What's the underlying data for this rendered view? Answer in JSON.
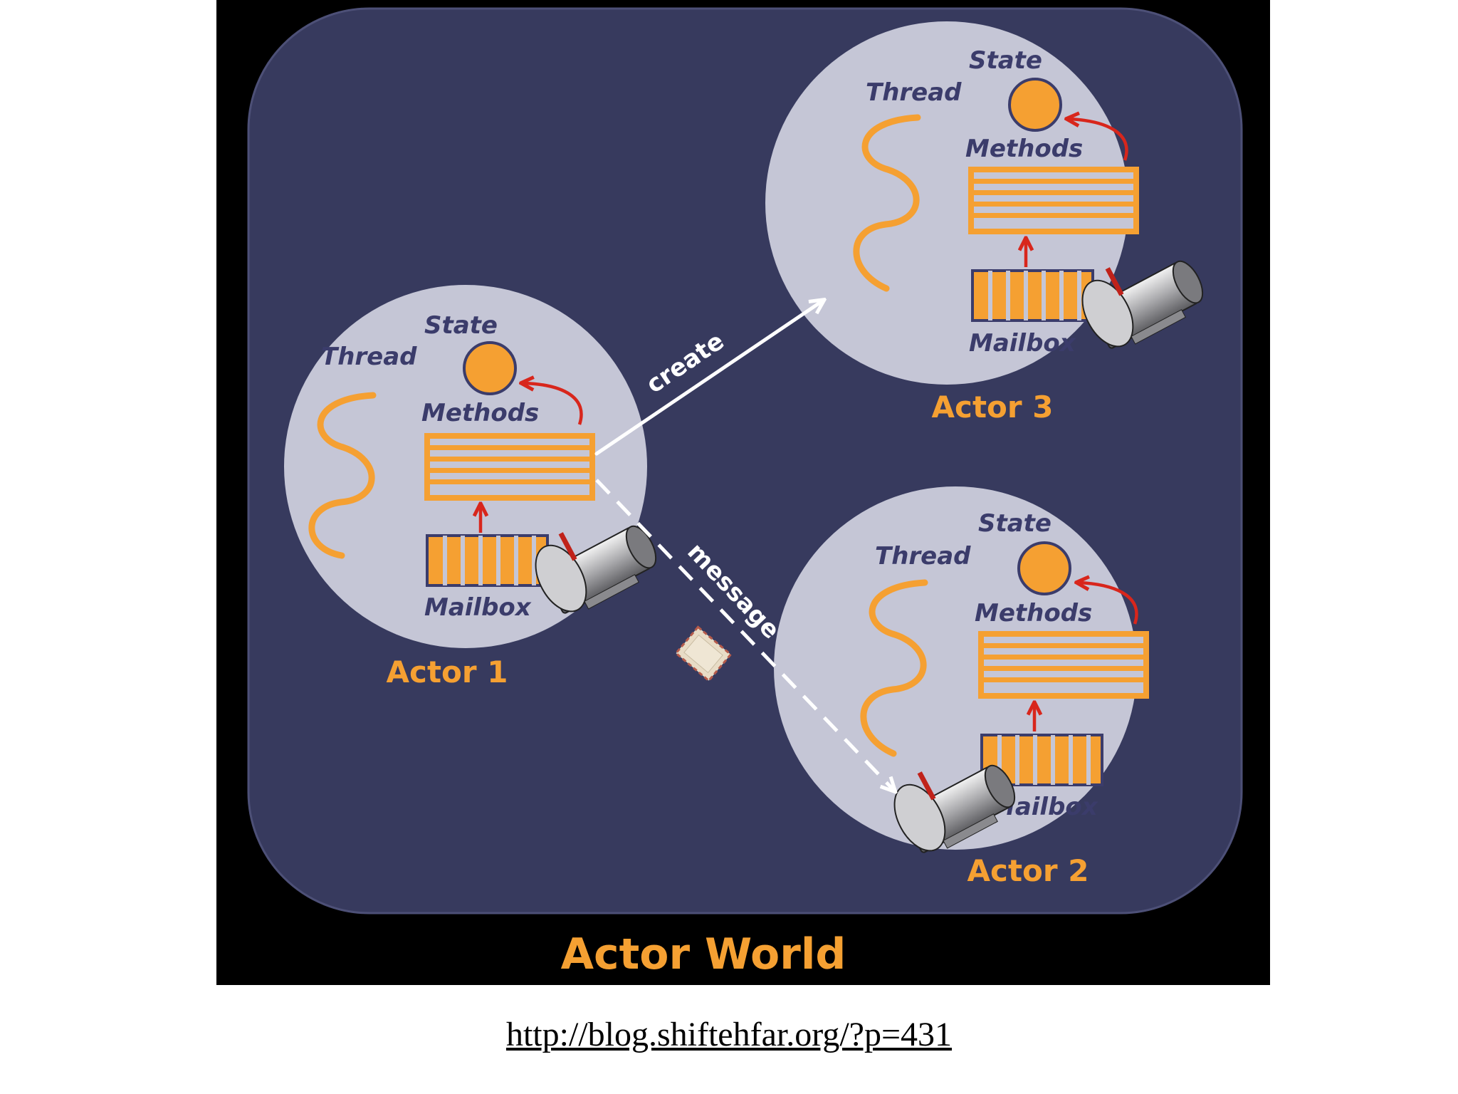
{
  "diagram": {
    "world_label": "Actor World",
    "actors": [
      {
        "id": "actor1",
        "name": "Actor 1",
        "state_label": "State",
        "thread_label": "Thread",
        "methods_label": "Methods",
        "mailbox_label": "Mailbox"
      },
      {
        "id": "actor2",
        "name": "Actor 2",
        "state_label": "State",
        "thread_label": "Thread",
        "methods_label": "Methods",
        "mailbox_label": "Mailbox"
      },
      {
        "id": "actor3",
        "name": "Actor 3",
        "state_label": "State",
        "thread_label": "Thread",
        "methods_label": "Methods",
        "mailbox_label": "Mailbox"
      }
    ],
    "edges": [
      {
        "from": "actor1",
        "to": "actor3",
        "label": "create",
        "style": "solid"
      },
      {
        "from": "actor1",
        "to": "actor2",
        "label": "message",
        "style": "dashed"
      }
    ],
    "colors": {
      "background": "#000000",
      "world": "#373a5e",
      "actor_circle": "#c5c6d6",
      "accent_orange": "#f5a032",
      "arrow_red": "#d8261c",
      "label_dark": "#3b3c6b"
    }
  },
  "caption": {
    "url": "http://blog.shiftehfar.org/?p=431"
  }
}
